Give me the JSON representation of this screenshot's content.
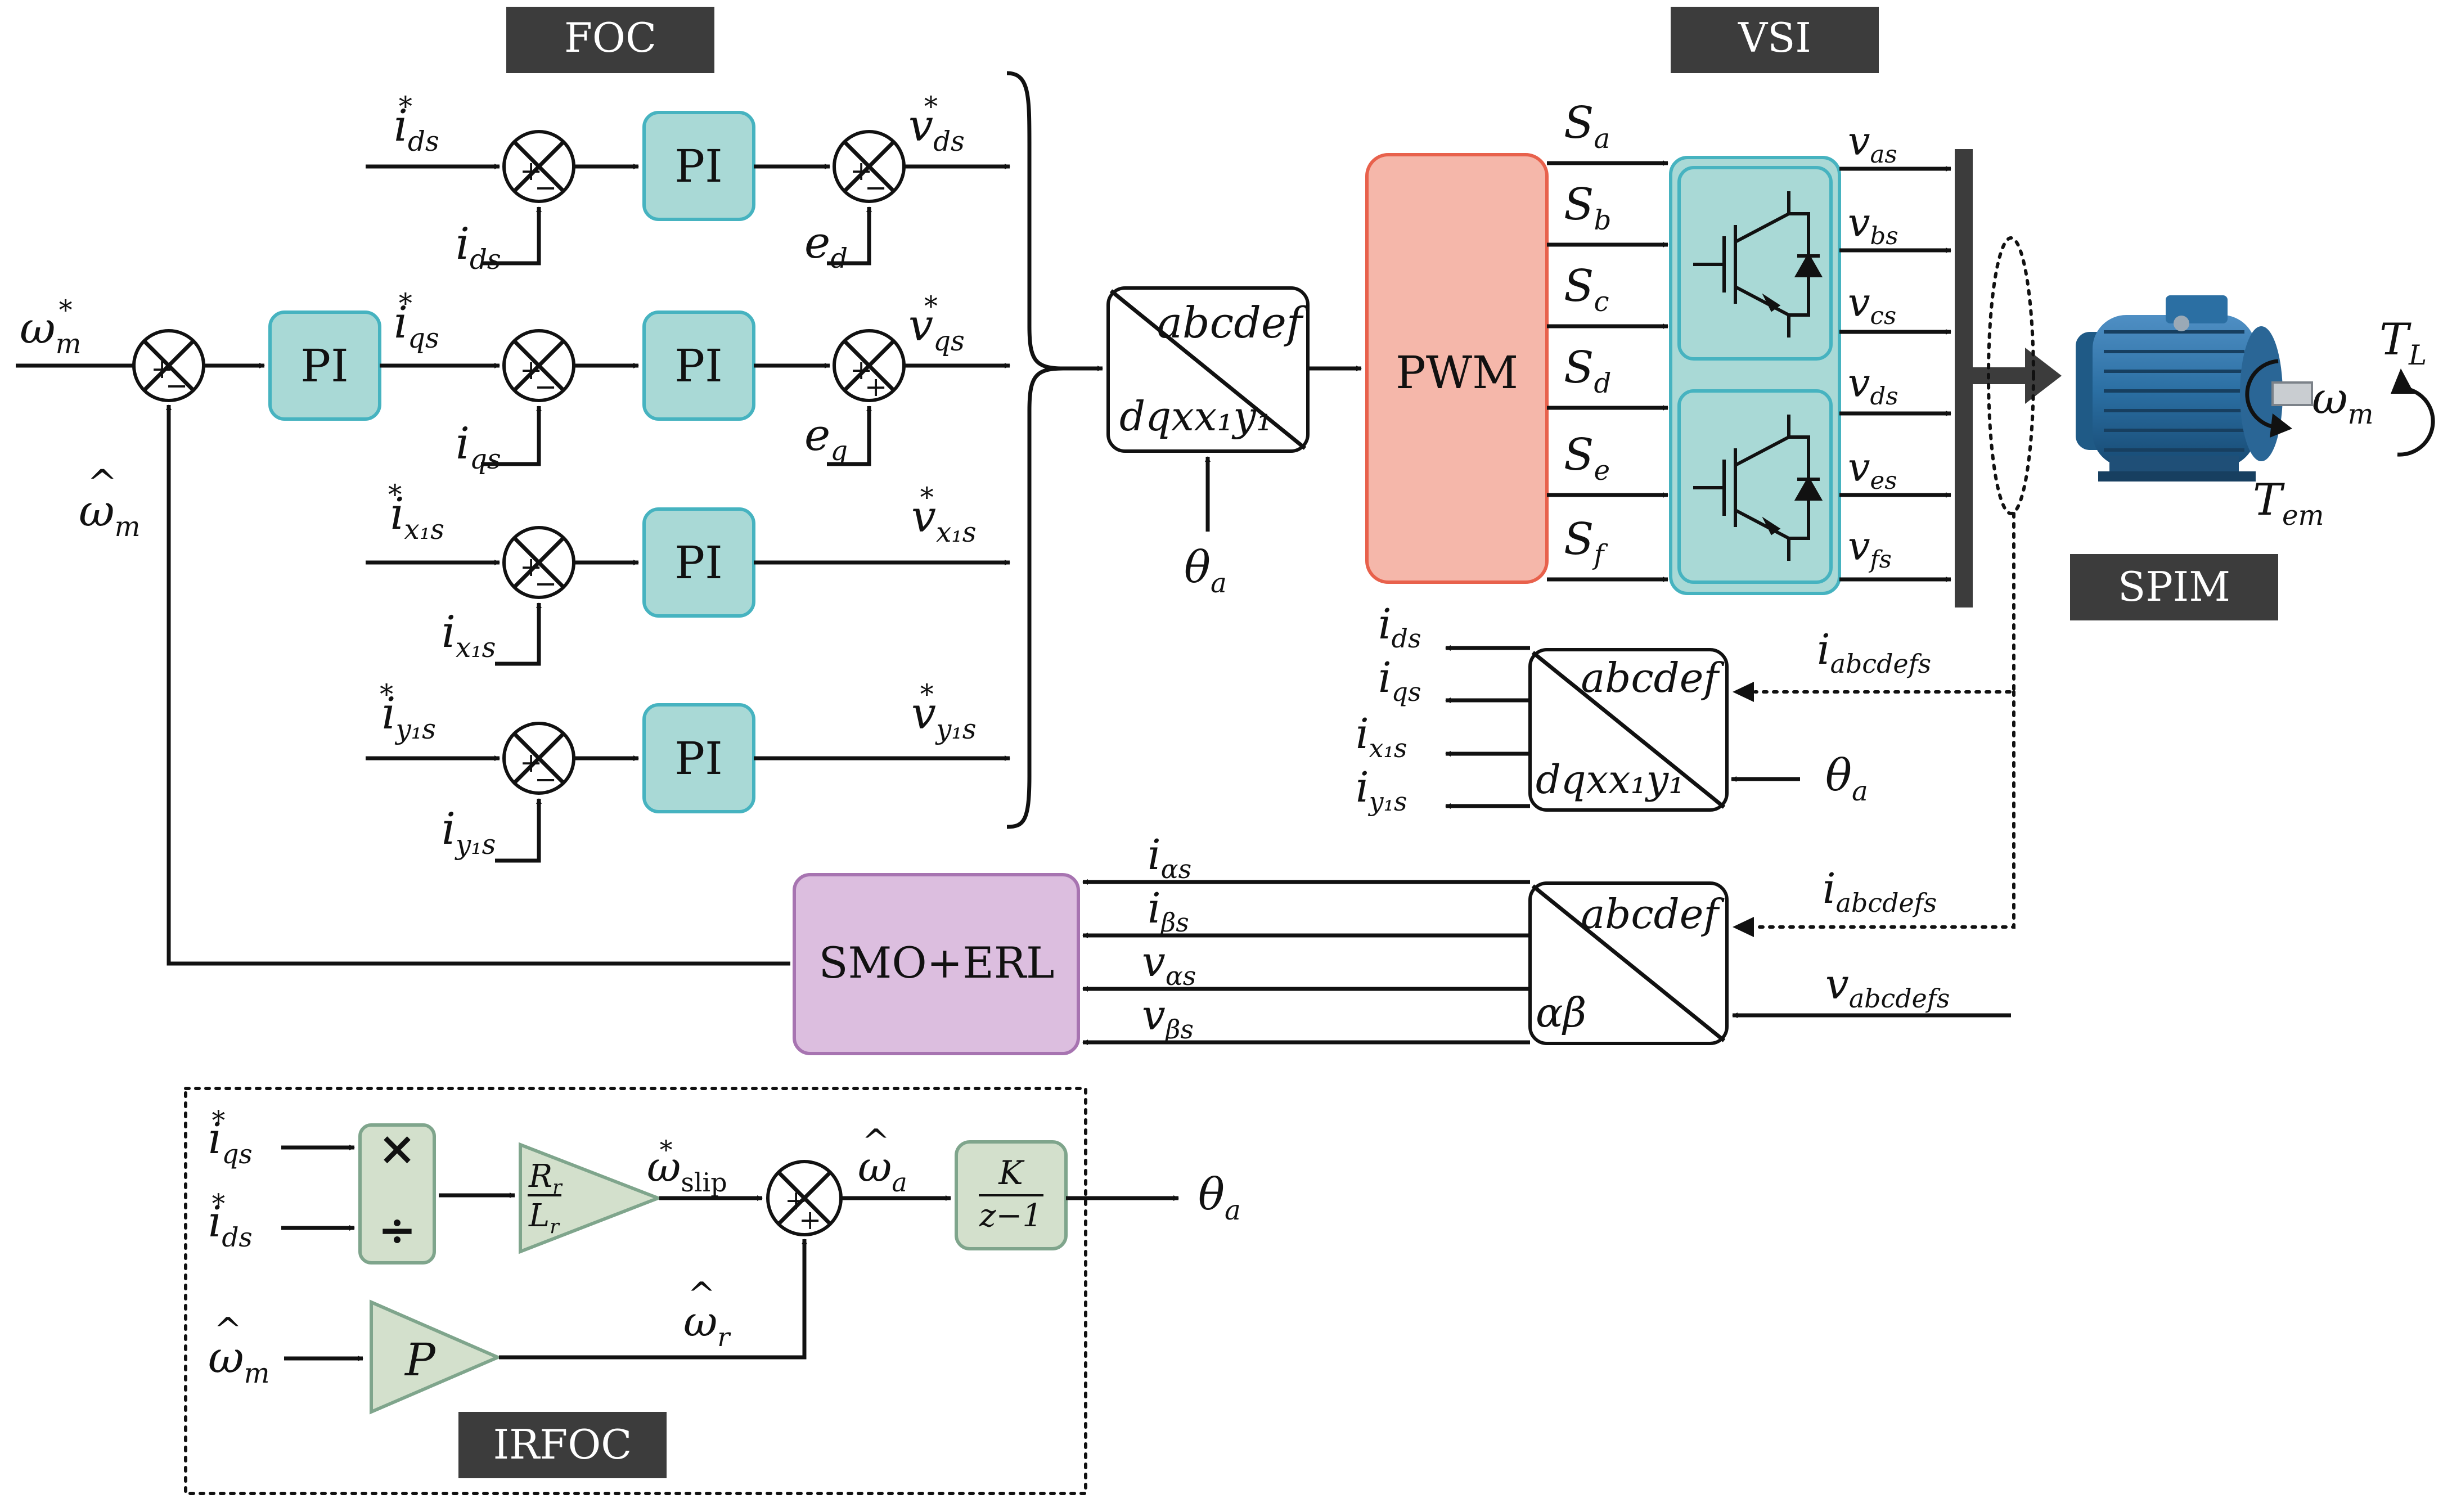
{
  "colors": {
    "pi_fill": "#a9d9d6",
    "pi_stroke": "#46b3c0",
    "pwm_fill": "#f5b7aa",
    "pwm_stroke": "#e8614c",
    "smo_fill": "#dcbedf",
    "smo_stroke": "#a774b1",
    "irfoc_fill": "#d3e0cc",
    "irfoc_stroke": "#7fa58c",
    "vsi_fill": "#a9d9d6",
    "vsi_stroke": "#46b3c0",
    "tag_bg": "#3c3c3c",
    "motor_blue": "#2b6fa3"
  },
  "tags": {
    "foc": "FOC",
    "vsi": "VSI",
    "spim": "SPIM",
    "irfoc": "IRFOC"
  },
  "blocks": {
    "pi": "PI",
    "pwm": "PWM",
    "smo": "SMO+ERL",
    "conv_top": "abcdef",
    "conv_bottom_dq": "dqx",
    "conv_bottom_ab": "αβ",
    "gain_p": "P",
    "mult": "×",
    "div": "÷",
    "rr": "R",
    "lr": "L",
    "tf_num": "K",
    "tf_den": "z−1"
  },
  "signals": {
    "omega": "ω",
    "i": "i",
    "v": "v",
    "e": "e",
    "S": "S",
    "theta": "θ",
    "T": "T",
    "star": "*",
    "hat": "^",
    "slip": "slip",
    "sub_m": "m",
    "sub_ds": "ds",
    "sub_qs": "qs",
    "sub_x1s": "x₁s",
    "sub_y1s": "y₁s",
    "sub_d": "d",
    "sub_q": "q",
    "sub_a": "a",
    "sub_b": "b",
    "sub_c": "c",
    "sub_e": "e",
    "sub_f": "f",
    "sub_as": "as",
    "sub_bs": "bs",
    "sub_cs": "cs",
    "sub_es": "es",
    "sub_fs": "fs",
    "sub_abcdefs": "abcdefs",
    "sub_alphas": "αs",
    "sub_betas": "βs",
    "sub_r": "r",
    "sub_L": "L",
    "sub_em": "em",
    "x1y1": "x₁y₁",
    "plus": "+",
    "minus": "−"
  }
}
